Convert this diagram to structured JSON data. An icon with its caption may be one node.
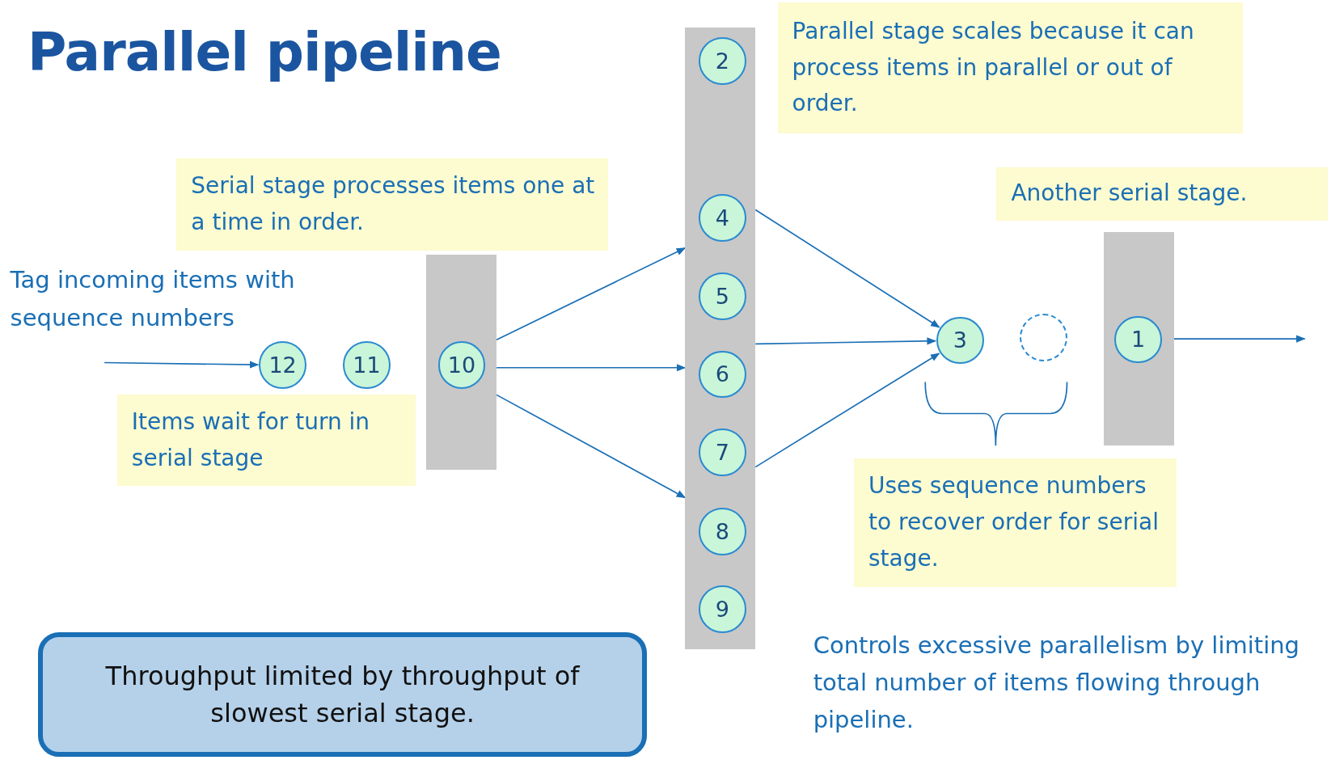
{
  "diagram": {
    "title": "Parallel pipeline",
    "nodes": [
      {
        "text": [
          "12"
        ]
      },
      {
        "text": [
          "11"
        ]
      },
      {
        "text": [],
        "shape": "bar"
      },
      {
        "text": [
          "10"
        ],
        "in": 2
      },
      {
        "text": [],
        "shape": "bar"
      },
      {
        "text": [
          "2"
        ],
        "in": 4
      },
      {
        "text": [
          "4"
        ],
        "in": 4
      },
      {
        "text": [
          "5"
        ],
        "in": 4
      },
      {
        "text": [
          "6"
        ],
        "in": 4
      },
      {
        "text": [
          "7"
        ],
        "in": 4
      },
      {
        "text": [
          "8"
        ],
        "in": 4
      },
      {
        "text": [
          "9"
        ],
        "in": 4
      },
      {
        "text": [
          "3"
        ]
      },
      {
        "text": [],
        "shape": "circle"
      },
      {
        "text": [],
        "shape": "bar"
      },
      {
        "text": [
          "1"
        ],
        "in": 14
      },
      {
        "text": [
          "Parallel stage scales because it can process items in parallel or out of order."
        ]
      },
      {
        "text": [
          "Serial stage processes items one at a time in order."
        ]
      },
      {
        "text": [
          "Items wait for turn in serial stage"
        ]
      },
      {
        "text": [
          "Another serial stage."
        ]
      },
      {
        "text": [
          "Uses sequence numbers to recover order for serial stage."
        ]
      },
      {
        "text": [
          "Throughput limited by throughput of slowest serial stage."
        ]
      }
    ],
    "edges": [
      {
        "from": null,
        "to": 0,
        "arrow": "to"
      },
      {
        "from": 2,
        "to": 4,
        "arrow": "to"
      },
      {
        "from": 2,
        "to": 4,
        "arrow": "to"
      },
      {
        "from": 2,
        "to": 4,
        "arrow": "to"
      },
      {
        "from": 4,
        "to": 12,
        "arrow": "to"
      },
      {
        "from": 4,
        "to": 12,
        "arrow": "to"
      },
      {
        "from": 4,
        "to": 12,
        "arrow": "to"
      },
      {
        "from": 14,
        "to": null,
        "arrow": "to"
      }
    ],
    "labels": [
      "Tag incoming items with sequence numbers",
      "Controls excessive parallelism by limiting total number of items flowing through pipeline."
    ]
  }
}
